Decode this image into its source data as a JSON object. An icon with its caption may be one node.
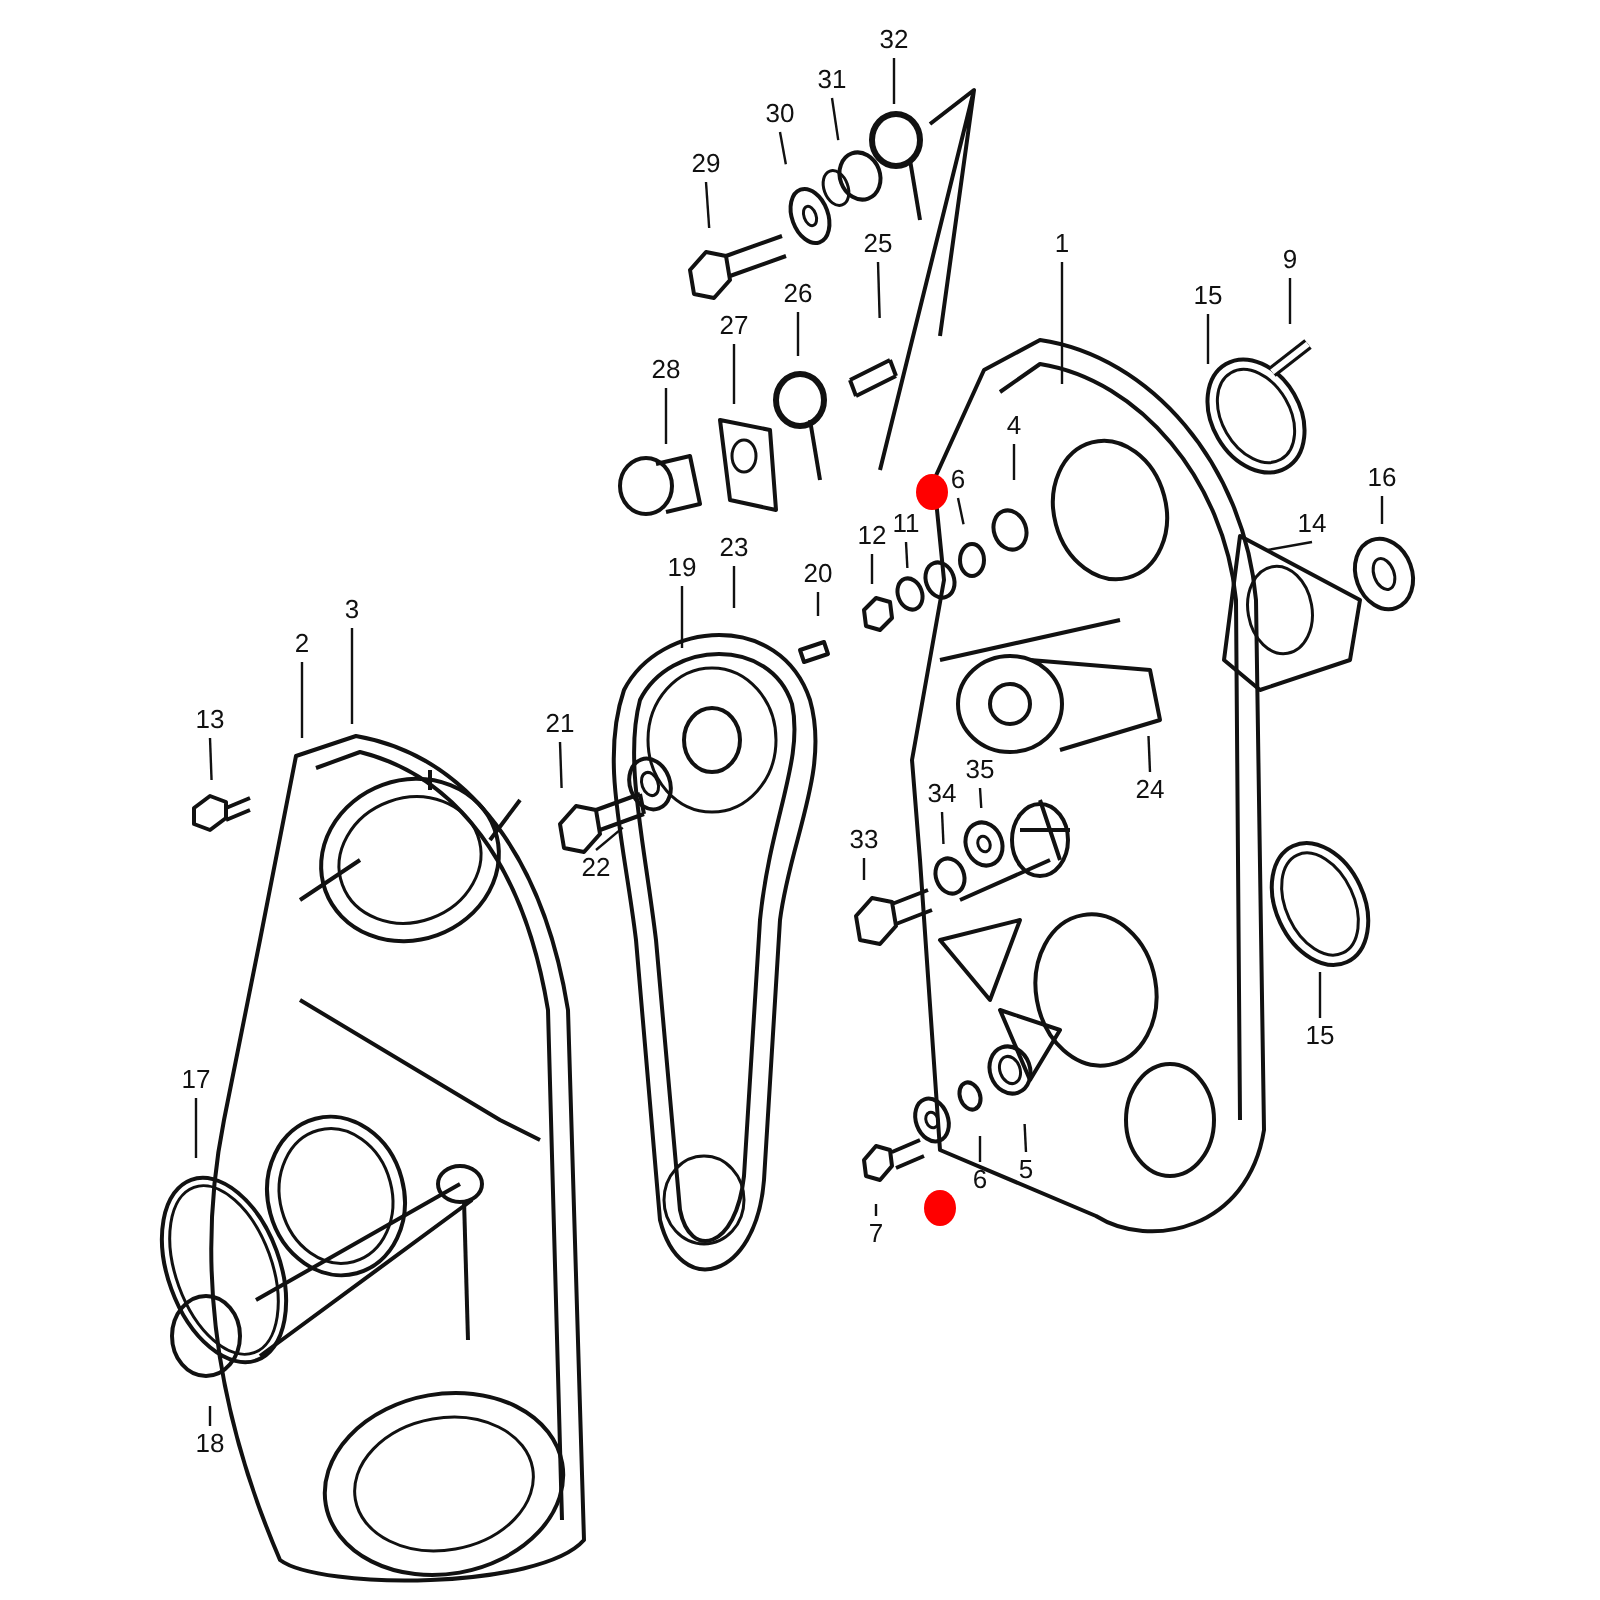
{
  "diagram": {
    "nodes": [
      {
        "text": [
          "32"
        ]
      },
      {
        "text": [
          "31"
        ]
      },
      {
        "text": [
          "30"
        ]
      },
      {
        "text": [
          "29"
        ]
      },
      {
        "text": [
          "25"
        ]
      },
      {
        "text": [
          "1"
        ]
      },
      {
        "text": [
          "9"
        ]
      },
      {
        "text": [
          "26"
        ]
      },
      {
        "text": [
          "15"
        ]
      },
      {
        "text": [
          "27"
        ]
      },
      {
        "text": [
          "28"
        ]
      },
      {
        "text": [
          "4"
        ]
      },
      {
        "text": [
          "6"
        ]
      },
      {
        "text": [
          "16"
        ]
      },
      {
        "text": [
          "11"
        ]
      },
      {
        "text": [
          "12"
        ]
      },
      {
        "text": [
          "14"
        ]
      },
      {
        "text": [
          "23"
        ]
      },
      {
        "text": [
          "19"
        ]
      },
      {
        "text": [
          "20"
        ]
      },
      {
        "text": [
          "3"
        ]
      },
      {
        "text": [
          "2"
        ]
      },
      {
        "text": [
          "13"
        ]
      },
      {
        "text": [
          "21"
        ]
      },
      {
        "text": [
          "24"
        ]
      },
      {
        "text": [
          "35"
        ]
      },
      {
        "text": [
          "34"
        ]
      },
      {
        "text": [
          "22"
        ]
      },
      {
        "text": [
          "33"
        ]
      },
      {
        "text": [
          "15"
        ]
      },
      {
        "text": [
          "17"
        ]
      },
      {
        "text": [
          "5"
        ]
      },
      {
        "text": [
          "6"
        ]
      },
      {
        "text": [
          "7"
        ]
      },
      {
        "text": [
          "18"
        ]
      }
    ],
    "edges": [
      {
        "from": 0,
        "to": null,
        "arrow": "none"
      },
      {
        "from": 1,
        "to": null,
        "arrow": "none"
      },
      {
        "from": 2,
        "to": null,
        "arrow": "none"
      },
      {
        "from": 3,
        "to": null,
        "arrow": "none"
      },
      {
        "from": 4,
        "to": null,
        "arrow": "none"
      },
      {
        "from": 5,
        "to": null,
        "arrow": "none"
      },
      {
        "from": 6,
        "to": null,
        "arrow": "none"
      },
      {
        "from": 7,
        "to": null,
        "arrow": "none"
      },
      {
        "from": 8,
        "to": null,
        "arrow": "none"
      },
      {
        "from": 9,
        "to": null,
        "arrow": "none"
      },
      {
        "from": 10,
        "to": null,
        "arrow": "none"
      },
      {
        "from": 11,
        "to": null,
        "arrow": "none"
      },
      {
        "from": 12,
        "to": null,
        "arrow": "none"
      },
      {
        "from": 13,
        "to": null,
        "arrow": "none"
      },
      {
        "from": 14,
        "to": null,
        "arrow": "none"
      },
      {
        "from": 15,
        "to": null,
        "arrow": "none"
      },
      {
        "from": 16,
        "to": null,
        "arrow": "none"
      },
      {
        "from": 17,
        "to": null,
        "arrow": "none"
      },
      {
        "from": 18,
        "to": null,
        "arrow": "none"
      },
      {
        "from": 19,
        "to": null,
        "arrow": "none"
      },
      {
        "from": 20,
        "to": null,
        "arrow": "none"
      },
      {
        "from": 21,
        "to": null,
        "arrow": "none"
      },
      {
        "from": 22,
        "to": null,
        "arrow": "none"
      },
      {
        "from": 23,
        "to": null,
        "arrow": "none"
      },
      {
        "from": 24,
        "to": null,
        "arrow": "none"
      },
      {
        "from": 25,
        "to": null,
        "arrow": "none"
      },
      {
        "from": 26,
        "to": null,
        "arrow": "none"
      },
      {
        "from": 27,
        "to": null,
        "arrow": "none"
      },
      {
        "from": 28,
        "to": null,
        "arrow": "none"
      },
      {
        "from": 29,
        "to": null,
        "arrow": "none"
      },
      {
        "from": 30,
        "to": null,
        "arrow": "none"
      },
      {
        "from": 31,
        "to": null,
        "arrow": "none"
      },
      {
        "from": 32,
        "to": null,
        "arrow": "none"
      },
      {
        "from": 33,
        "to": null,
        "arrow": "none"
      },
      {
        "from": 34,
        "to": null,
        "arrow": "none"
      }
    ]
  }
}
